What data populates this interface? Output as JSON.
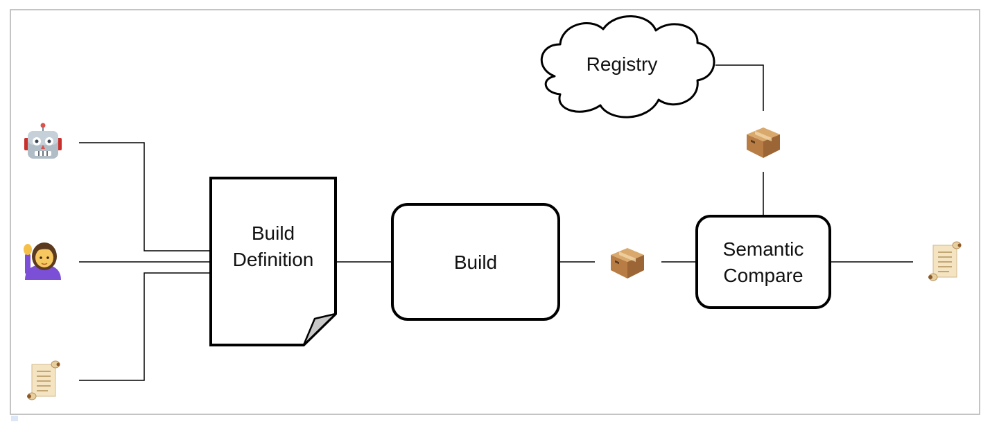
{
  "nodes": {
    "build_definition": {
      "line1": "Build",
      "line2": "Definition"
    },
    "build": {
      "label": "Build"
    },
    "semantic_compare": {
      "line1": "Semantic",
      "line2": "Compare"
    },
    "registry": {
      "label": "Registry"
    }
  },
  "icons": {
    "robot": "robot-icon",
    "person": "person-raising-hand-icon",
    "scroll_input": "scroll-icon",
    "package_build": "package-icon",
    "package_registry": "package-icon",
    "scroll_output": "scroll-icon"
  },
  "colors": {
    "frame": "#b0b0b0",
    "stroke": "#000000",
    "fold": "#c8c8c8"
  }
}
